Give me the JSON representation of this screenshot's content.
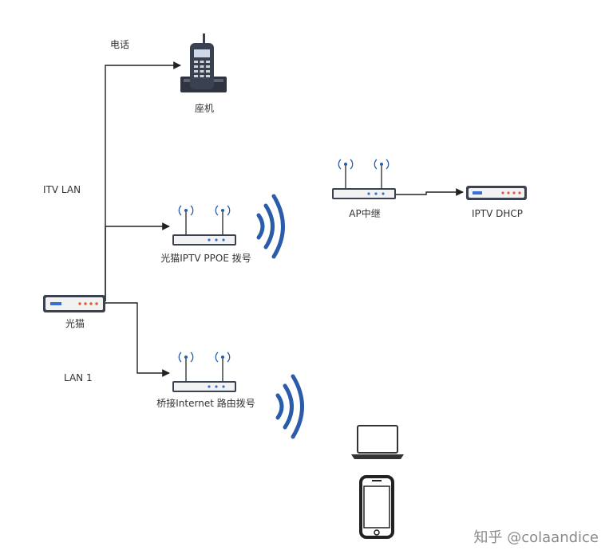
{
  "labels": {
    "phone_link": "电话",
    "itv_lan": "ITV LAN",
    "lan1": "LAN 1",
    "landline": "座机",
    "modem": "光猫",
    "iptv_router": "光猫IPTV PPOE 拨号",
    "internet_router": "桥接Internet 路由拨号",
    "ap_repeater": "AP中继",
    "iptv_box": "IPTV DHCP"
  },
  "watermark": "知乎 @colaandice",
  "colors": {
    "line": "#222222",
    "wifi": "#2a5caa",
    "device_body": "#f2f2f2",
    "device_dark": "#3a4150",
    "accent_blue": "#3b6fd1",
    "accent_red": "#e05a3a"
  },
  "icons": [
    "landline-phone-icon",
    "modem-icon",
    "router-icon",
    "wifi-signal-icon",
    "laptop-icon",
    "smartphone-icon",
    "settop-box-icon"
  ]
}
